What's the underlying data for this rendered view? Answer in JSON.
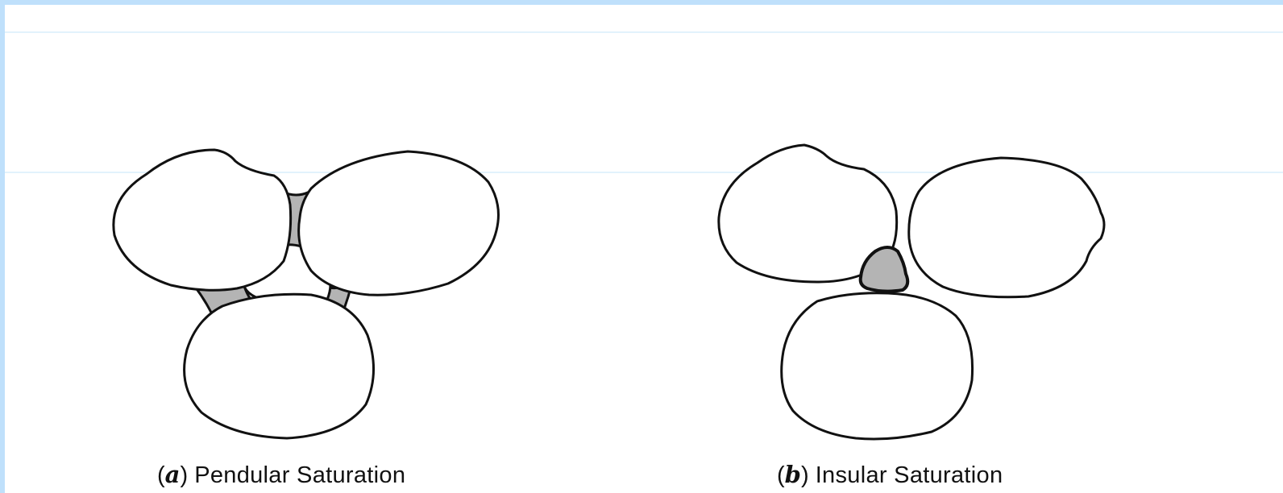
{
  "panels": [
    {
      "letter": "a",
      "open_paren": "(",
      "close_paren": ")",
      "label": "Pendular Saturation"
    },
    {
      "letter": "b",
      "open_paren": "(",
      "close_paren": ")",
      "label": "Insular Saturation"
    }
  ],
  "colors": {
    "background_border": "#bfe0fb",
    "grain_fill": "#ffffff",
    "water_fill": "#b4b4b4",
    "outline": "#111111"
  }
}
